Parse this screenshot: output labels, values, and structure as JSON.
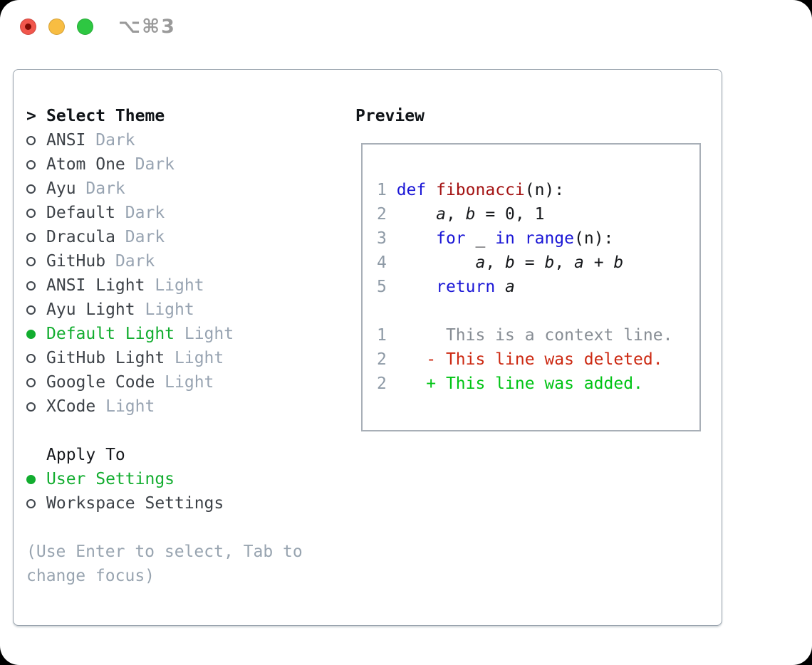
{
  "titlebar": {
    "title": "⌥⌘3"
  },
  "colors": {
    "accent_green": "#12ad2f",
    "keyword_blue": "#1a16d6",
    "function_red": "#a31212",
    "diff_red": "#cc2912",
    "diff_green": "#00c414",
    "muted_gray": "#97a3b1",
    "traffic_red": "#f1564c",
    "traffic_yellow": "#f8bd42",
    "traffic_green": "#2ec742"
  },
  "sidebar": {
    "prompt": ">",
    "header": "Select Theme",
    "themes": [
      {
        "name": "ANSI",
        "variant": "Dark",
        "selected": false
      },
      {
        "name": "Atom One",
        "variant": "Dark",
        "selected": false
      },
      {
        "name": "Ayu",
        "variant": "Dark",
        "selected": false
      },
      {
        "name": "Default",
        "variant": "Dark",
        "selected": false
      },
      {
        "name": "Dracula",
        "variant": "Dark",
        "selected": false
      },
      {
        "name": "GitHub",
        "variant": "Dark",
        "selected": false
      },
      {
        "name": "ANSI Light",
        "variant": "Light",
        "selected": false
      },
      {
        "name": "Ayu Light",
        "variant": "Light",
        "selected": false
      },
      {
        "name": "Default Light",
        "variant": "Light",
        "selected": true
      },
      {
        "name": "GitHub Light",
        "variant": "Light",
        "selected": false
      },
      {
        "name": "Google Code",
        "variant": "Light",
        "selected": false
      },
      {
        "name": "XCode",
        "variant": "Light",
        "selected": false
      }
    ],
    "apply_header": "Apply To",
    "apply_options": [
      {
        "label": "User Settings",
        "selected": true
      },
      {
        "label": "Workspace Settings",
        "selected": false
      }
    ],
    "hint": "(Use Enter to select, Tab to change focus)"
  },
  "preview": {
    "title": "Preview",
    "code_lines": [
      {
        "num": "1 ",
        "segments": [
          {
            "t": "def",
            "c": "kw"
          },
          {
            "t": " ",
            "c": ""
          },
          {
            "t": "fibonacci",
            "c": "fn"
          },
          {
            "t": "(n):",
            "c": ""
          }
        ]
      },
      {
        "num": "2 ",
        "segments": [
          {
            "t": "    ",
            "c": ""
          },
          {
            "t": "a",
            "c": "var"
          },
          {
            "t": ", ",
            "c": ""
          },
          {
            "t": "b",
            "c": "var"
          },
          {
            "t": " = 0, 1",
            "c": ""
          }
        ]
      },
      {
        "num": "3 ",
        "segments": [
          {
            "t": "    ",
            "c": ""
          },
          {
            "t": "for",
            "c": "kw"
          },
          {
            "t": " _ ",
            "c": ""
          },
          {
            "t": "in",
            "c": "kw"
          },
          {
            "t": " ",
            "c": ""
          },
          {
            "t": "range",
            "c": "kw"
          },
          {
            "t": "(n):",
            "c": ""
          }
        ]
      },
      {
        "num": "4 ",
        "segments": [
          {
            "t": "        ",
            "c": ""
          },
          {
            "t": "a",
            "c": "var"
          },
          {
            "t": ", ",
            "c": ""
          },
          {
            "t": "b",
            "c": "var"
          },
          {
            "t": " = ",
            "c": ""
          },
          {
            "t": "b",
            "c": "var"
          },
          {
            "t": ", ",
            "c": ""
          },
          {
            "t": "a",
            "c": "var"
          },
          {
            "t": " + ",
            "c": ""
          },
          {
            "t": "b",
            "c": "var"
          }
        ]
      },
      {
        "num": "5 ",
        "segments": [
          {
            "t": "    ",
            "c": ""
          },
          {
            "t": "return",
            "c": "kw"
          },
          {
            "t": " ",
            "c": ""
          },
          {
            "t": "a",
            "c": "var"
          }
        ]
      }
    ],
    "diff_lines": [
      {
        "num": "1",
        "segments": [
          {
            "t": "      This is a context line.",
            "c": "ctx"
          }
        ]
      },
      {
        "num": "2",
        "segments": [
          {
            "t": "    ",
            "c": ""
          },
          {
            "t": "- This line was deleted.",
            "c": "del"
          }
        ]
      },
      {
        "num": "2",
        "segments": [
          {
            "t": "    ",
            "c": ""
          },
          {
            "t": "+ This line was added.",
            "c": "add"
          }
        ]
      }
    ]
  }
}
